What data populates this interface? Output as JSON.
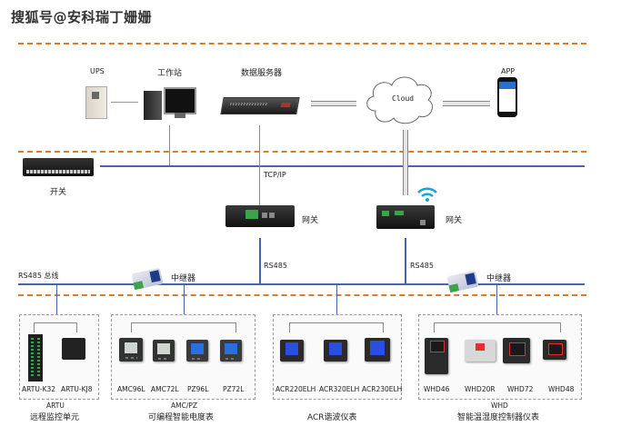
{
  "watermark": "搜狐号@安科瑞丁姗姗",
  "colors": {
    "zone_divider": "#e07a24",
    "bus_line": "#4a62b0",
    "connector": "#8a8a8a",
    "wifi": "#1aa3d4"
  },
  "top_layer": {
    "ups": {
      "label": "UPS",
      "icon": "ups-icon"
    },
    "workstation": {
      "label": "工作站",
      "icon": "workstation-icon"
    },
    "data_server": {
      "label": "数据服务器",
      "icon": "server-icon"
    },
    "cloud": {
      "label": "Cloud",
      "icon": "cloud-icon"
    },
    "app": {
      "label": "APP",
      "icon": "smartphone-icon"
    }
  },
  "network_layer": {
    "switch": {
      "label": "开关",
      "icon": "network-switch-icon"
    },
    "protocol_label": "TCP/IP",
    "gateway_wired": {
      "label": "网关",
      "icon": "gateway-icon"
    },
    "gateway_wireless": {
      "label": "网关",
      "icon": "wireless-gateway-icon"
    }
  },
  "field_bus": {
    "bus_label": "RS485 总线",
    "rs485_left": "RS485",
    "rs485_right": "RS485",
    "repeater_left": {
      "label": "中继器",
      "icon": "repeater-icon"
    },
    "repeater_right": {
      "label": "中继器",
      "icon": "repeater-icon"
    }
  },
  "device_groups": [
    {
      "code": "ARTU",
      "title": "远程监控单元",
      "devices": [
        {
          "name": "ARTU-K32",
          "icon": "io-module-icon"
        },
        {
          "name": "ARTU-KJ8",
          "icon": "control-unit-icon"
        }
      ]
    },
    {
      "code": "AMC/PZ",
      "title": "可编程智能电度表",
      "devices": [
        {
          "name": "AMC96L",
          "icon": "panel-meter-icon"
        },
        {
          "name": "AMC72L",
          "icon": "panel-meter-icon"
        },
        {
          "name": "PZ96L",
          "icon": "panel-meter-icon"
        },
        {
          "name": "PZ72L",
          "icon": "panel-meter-icon"
        }
      ]
    },
    {
      "code": "",
      "title": "ACR谐波仪表",
      "devices": [
        {
          "name": "ACR220ELH",
          "icon": "harmonic-meter-icon"
        },
        {
          "name": "ACR320ELH",
          "icon": "harmonic-meter-icon"
        },
        {
          "name": "ACR230ELH",
          "icon": "harmonic-meter-icon"
        }
      ]
    },
    {
      "code": "WHD",
      "title": "智能温湿度控制器仪表",
      "devices": [
        {
          "name": "WHD46",
          "icon": "controller-icon"
        },
        {
          "name": "WHD20R",
          "icon": "controller-icon"
        },
        {
          "name": "WHD72",
          "icon": "controller-icon"
        },
        {
          "name": "WHD48",
          "icon": "controller-icon"
        }
      ]
    }
  ]
}
